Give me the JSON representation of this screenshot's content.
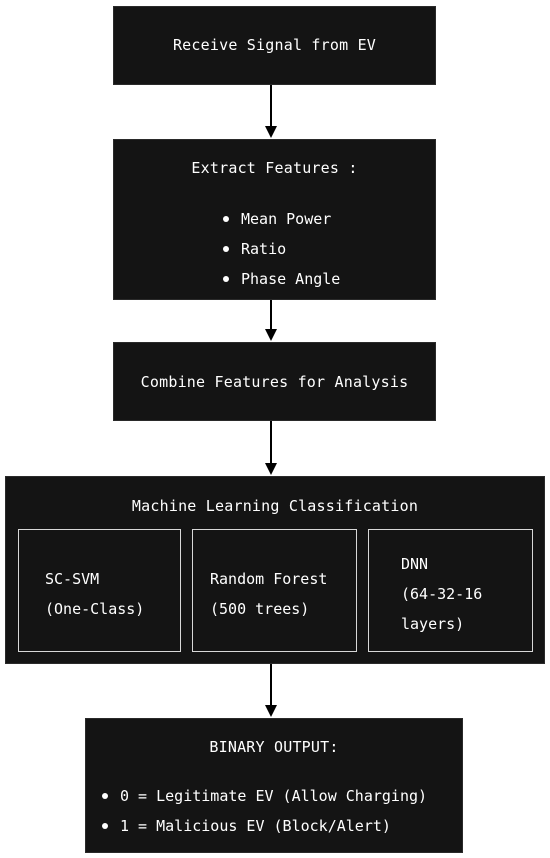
{
  "step1": {
    "label": "Receive Signal from EV"
  },
  "step2": {
    "title": "Extract Features :",
    "features": [
      "Mean Power",
      "Ratio",
      "Phase Angle"
    ]
  },
  "step3": {
    "label": "Combine Features for Analysis"
  },
  "step4": {
    "title": "Machine Learning Classification",
    "models": [
      {
        "line1": "SC-SVM",
        "line2": "(One-Class)"
      },
      {
        "line1": "Random Forest",
        "line2": "(500 trees)"
      },
      {
        "line1": "DNN",
        "line2": "(64-32-16",
        "line3": "layers)"
      }
    ]
  },
  "step5": {
    "title": "BINARY OUTPUT:",
    "outputs": [
      "0 = Legitimate EV (Allow Charging)",
      "1 = Malicious EV (Block/Alert)"
    ]
  },
  "colors": {
    "box_fill": "#141414",
    "text": "#ffffff",
    "arrow": "#000000",
    "sub_box_border": "#d8d8d8"
  }
}
